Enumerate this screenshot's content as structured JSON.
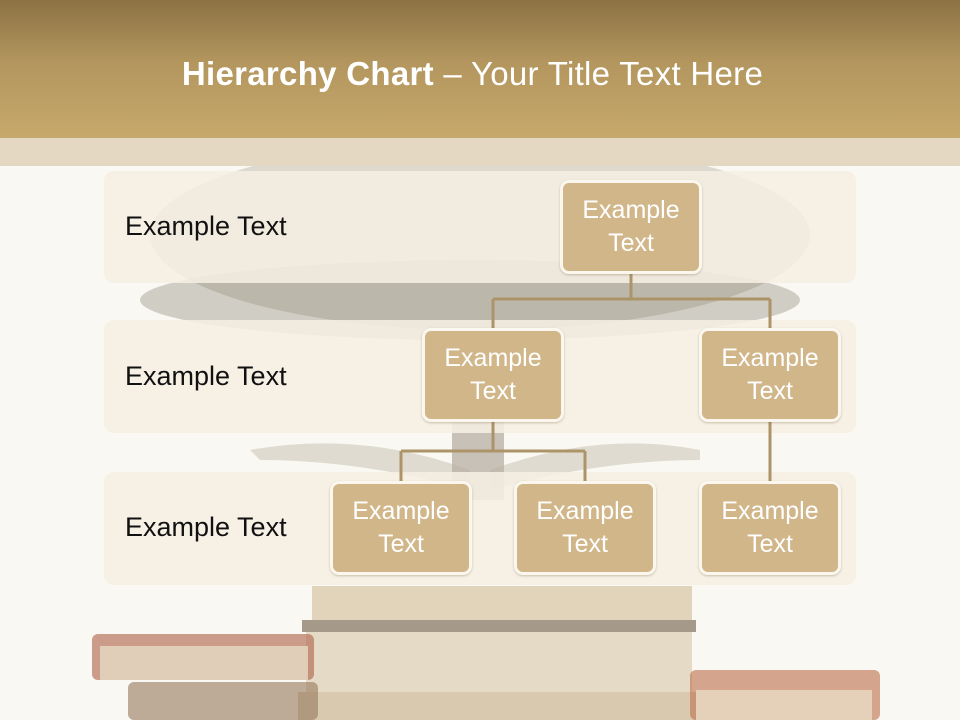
{
  "slide": {
    "title_bold": "Hierarchy Chart",
    "title_rest": " – Your Title Text Here"
  },
  "levels": [
    {
      "label": "Example Text"
    },
    {
      "label": "Example Text"
    },
    {
      "label": "Example Text"
    }
  ],
  "nodes": {
    "root": "Example Text",
    "level2_left": "Example Text",
    "level2_right": "Example Text",
    "level3_a": "Example Text",
    "level3_b": "Example Text",
    "level3_c": "Example Text"
  },
  "colors": {
    "header": "#b3965e",
    "node_fill": "#d1b68a",
    "connector": "#ad9468",
    "band": "#f5eee2"
  }
}
